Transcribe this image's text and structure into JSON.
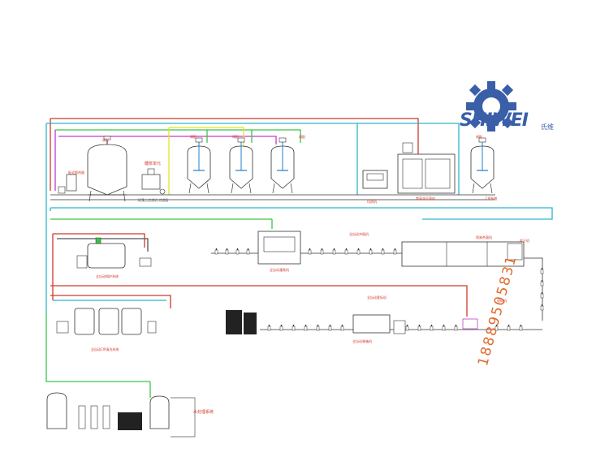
{
  "brand": {
    "name_en": "SHIWEI",
    "name_cn": "氏维",
    "phone": "18889505831",
    "color": "#3a5fa8",
    "phone_color": "#e06a2c"
  },
  "colors": {
    "red": "#d0392b",
    "cyan": "#2bb6c9",
    "green": "#3cc24a",
    "magenta": "#c43ad0",
    "yellow": "#e8e020",
    "line": "#333333"
  },
  "labels": {
    "boiler_tank": "调配",
    "plate_heat": "板式换热器",
    "syrup_unit": "糖浆单元",
    "filter_labels": "硅藻土过滤机 过滤器",
    "mix_tank_1": "调配",
    "mix_tank_2": "调配",
    "mix_tank_3": "调配",
    "homogenizer": "均质机",
    "uht": "超高温灭菌机",
    "storage_tank": "调配",
    "cip_label": "CIP系统",
    "bottle_washer": "全自动冲瓶机",
    "capper": "全自动灌装机",
    "tunnel": "喷淋杀菌机",
    "dryer": "吹干机",
    "inkjet": "喷码机",
    "boiler_system": "全自动锅炉系统",
    "shrink_wrap": "全自动套标机",
    "cip_system": "全自动CIP清洗系统",
    "labeler": "全自动装箱机",
    "water_treatment": "水处理系统"
  }
}
